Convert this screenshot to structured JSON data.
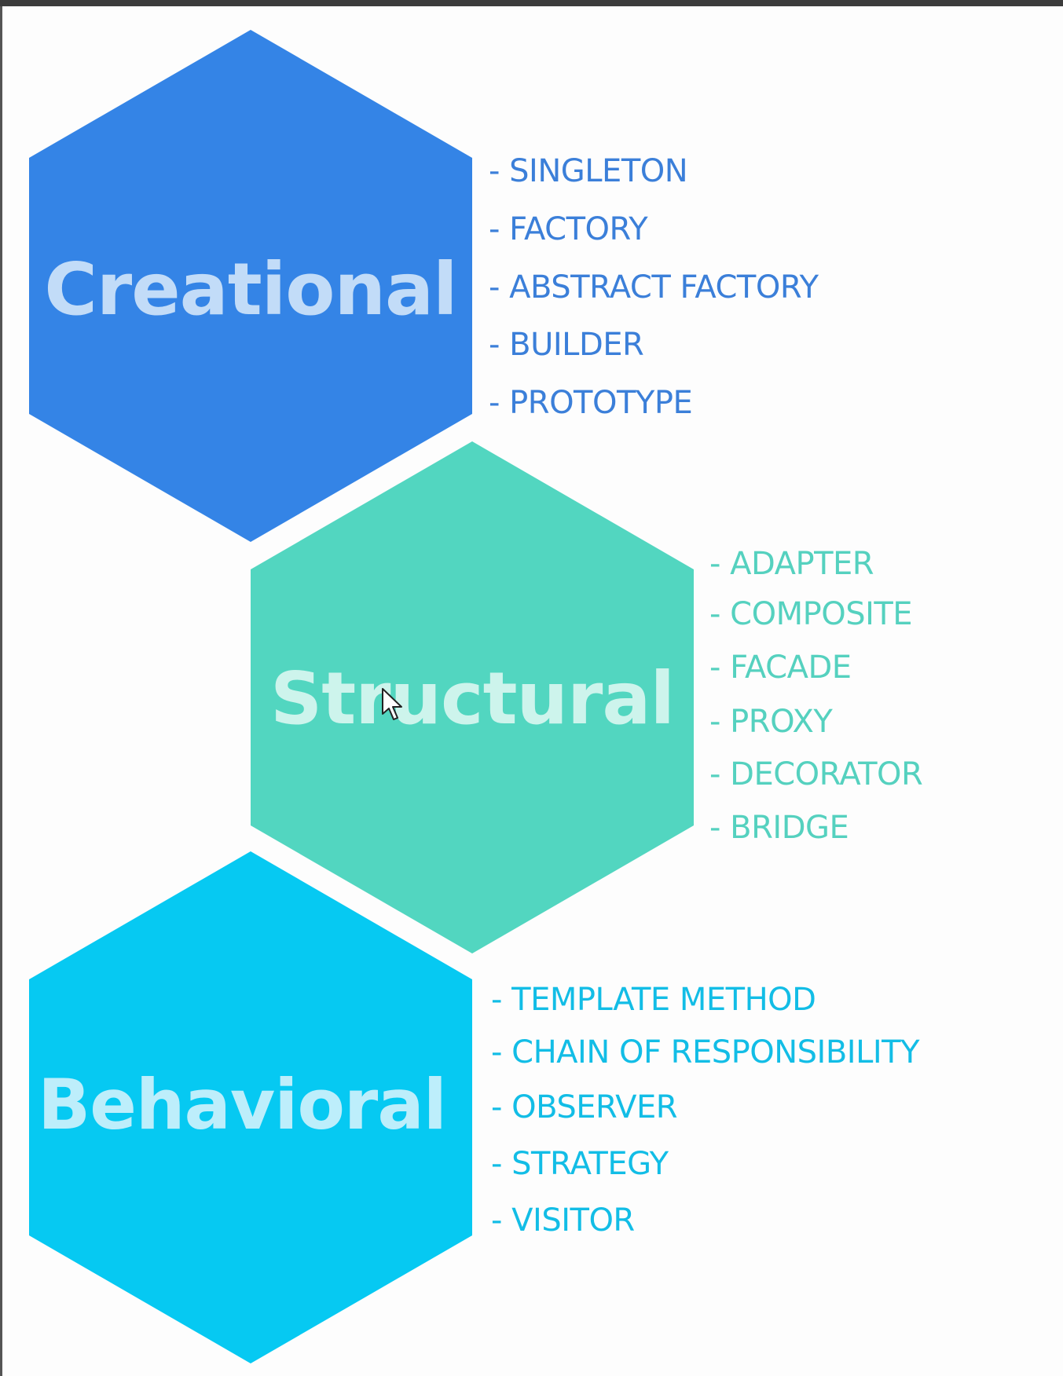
{
  "colors": {
    "creational": "#3484e6",
    "structural": "#52d6c0",
    "behavioral": "#06c9f2",
    "creational_title": "#c2dcf8",
    "structural_title": "#cdf4ec",
    "behavioral_title": "#bdeefb"
  },
  "categories": [
    {
      "title": "Creational",
      "items": [
        "SINGLETON",
        "FACTORY",
        "ABSTRACT FACTORY",
        "BUILDER",
        "PROTOTYPE"
      ]
    },
    {
      "title": "Structural",
      "items": [
        "ADAPTER",
        "COMPOSITE",
        "FACADE",
        "PROXY",
        "DECORATOR",
        "BRIDGE"
      ]
    },
    {
      "title": "Behavioral",
      "items": [
        "TEMPLATE METHOD",
        "CHAIN OF RESPONSIBILITY",
        "OBSERVER",
        "STRATEGY",
        "VISITOR"
      ]
    }
  ]
}
